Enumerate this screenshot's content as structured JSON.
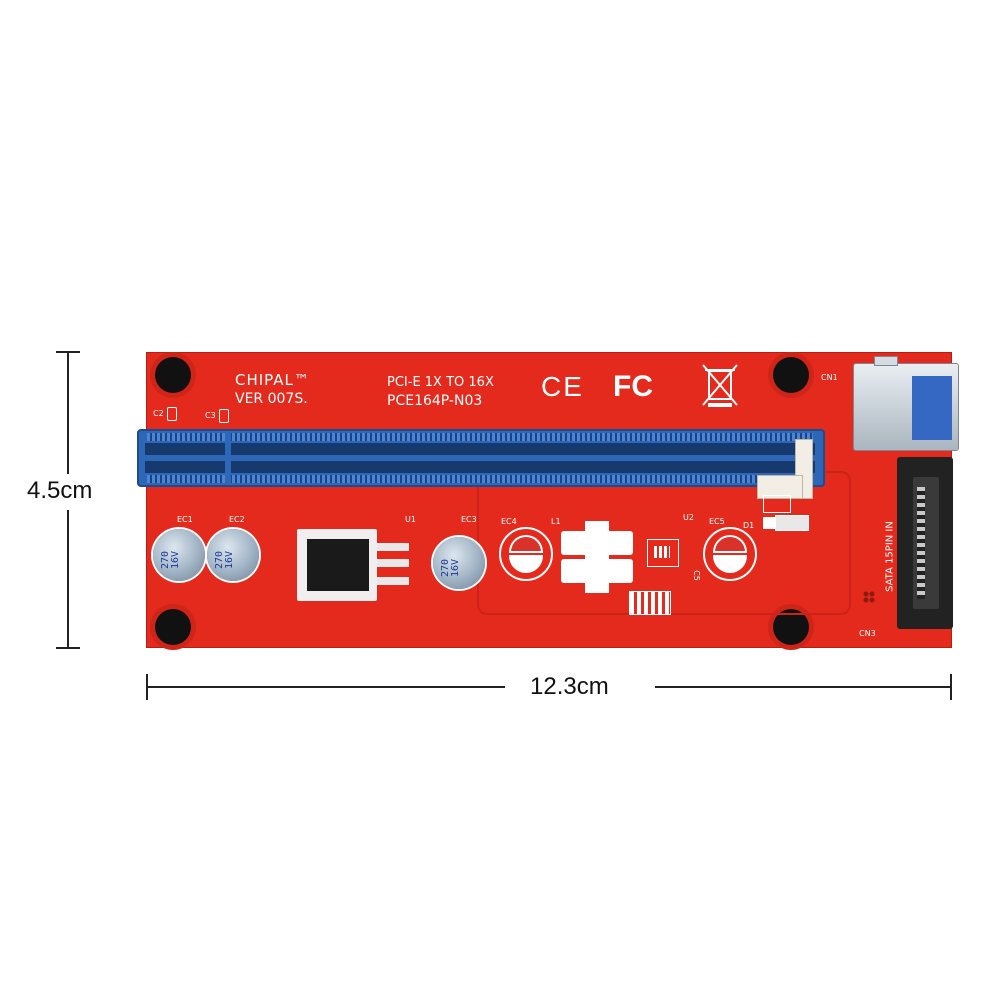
{
  "dimensions": {
    "height_label": "4.5cm",
    "width_label": "12.3cm"
  },
  "board": {
    "brand": "CHIPAL™",
    "version": "VER 007S.",
    "product_line1": "PCI-E 1X TO 16X",
    "product_line2": "PCE164P-N03",
    "ce_mark": "CE",
    "fc_mark": "FC",
    "sata_label": "SATA 15PIN IN",
    "designators": {
      "cn1": "CN1",
      "cn3": "CN3",
      "c2": "C2",
      "c3": "C3",
      "ec1": "EC1",
      "ec2": "EC2",
      "ec3": "EC3",
      "ec4": "EC4",
      "ec5": "EC5",
      "u1": "U1",
      "u2": "U2",
      "l1": "L1",
      "d1": "D1",
      "c5": "C5"
    },
    "capacitors": [
      {
        "text": "270 16V"
      },
      {
        "text": "270 16V"
      },
      {
        "text": "270 16V"
      }
    ]
  }
}
